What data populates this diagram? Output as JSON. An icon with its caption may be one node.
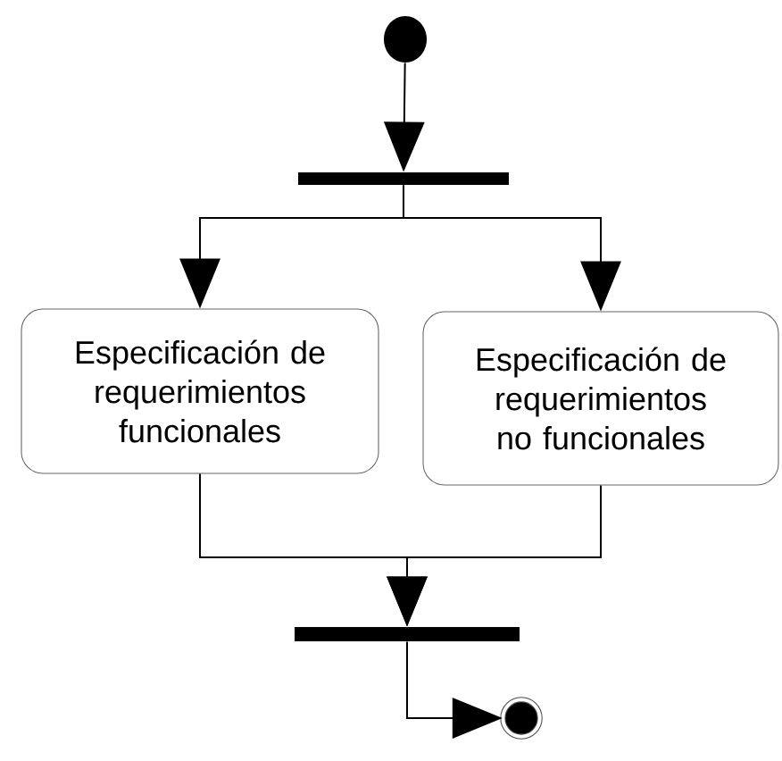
{
  "diagram": {
    "nodes": [
      {
        "text": [],
        "shape": "circle"
      },
      {
        "text": [],
        "shape": "bar"
      },
      {
        "text": [
          "Especificación de requerimientos funcionales"
        ]
      },
      {
        "text": [
          "Especificación de requerimientos no funcionales"
        ]
      },
      {
        "text": [],
        "shape": "bar"
      },
      {
        "text": [],
        "shape": "circle"
      }
    ],
    "edges": [
      {
        "from": 0,
        "to": 1,
        "arrow": "to"
      },
      {
        "from": 1,
        "to": 2,
        "arrow": "to"
      },
      {
        "from": 1,
        "to": 3,
        "arrow": "to"
      },
      {
        "from": 2,
        "to": 4,
        "arrow": "to"
      },
      {
        "from": 3,
        "to": 4,
        "arrow": "to"
      },
      {
        "from": 4,
        "to": 5,
        "arrow": "to"
      }
    ]
  }
}
